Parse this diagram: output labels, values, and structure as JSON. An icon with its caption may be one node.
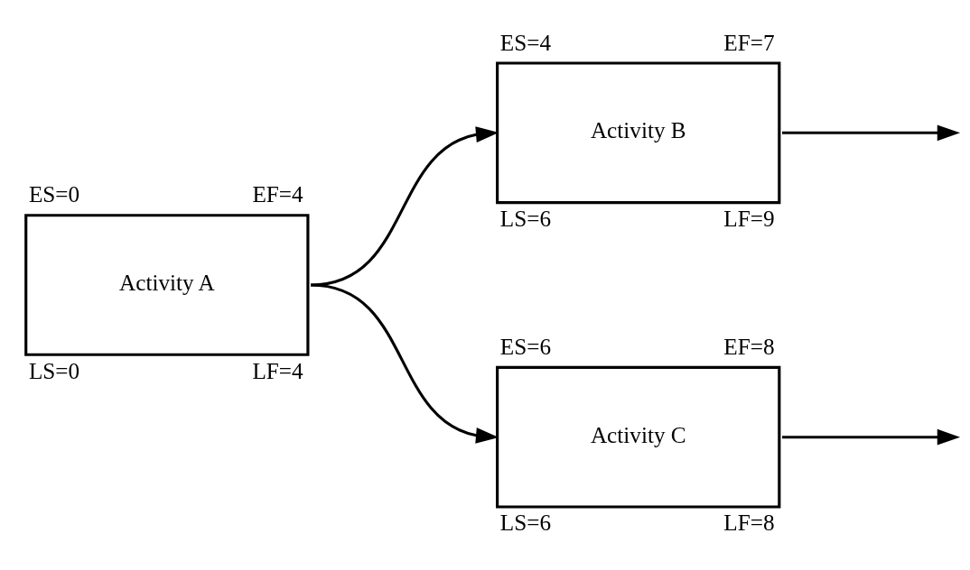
{
  "diagram": {
    "nodes": [
      {
        "text": [
          "Activity A"
        ],
        "beside": [
          "ES=0",
          "EF=4",
          "LS=0",
          "LF=4"
        ]
      },
      {
        "text": [
          "Activity B"
        ],
        "beside": [
          "ES=4",
          "EF=7",
          "LS=6",
          "LF=9"
        ]
      },
      {
        "text": [
          "Activity C"
        ],
        "beside": [
          "ES=6",
          "EF=8",
          "LS=6",
          "LF=8"
        ]
      }
    ],
    "edges": [
      {
        "from": 0,
        "to": 1,
        "arrow": "to"
      },
      {
        "from": 0,
        "to": 2,
        "arrow": "to"
      },
      {
        "from": 1,
        "to": null,
        "arrow": "to"
      },
      {
        "from": 2,
        "to": null,
        "arrow": "to"
      }
    ]
  }
}
